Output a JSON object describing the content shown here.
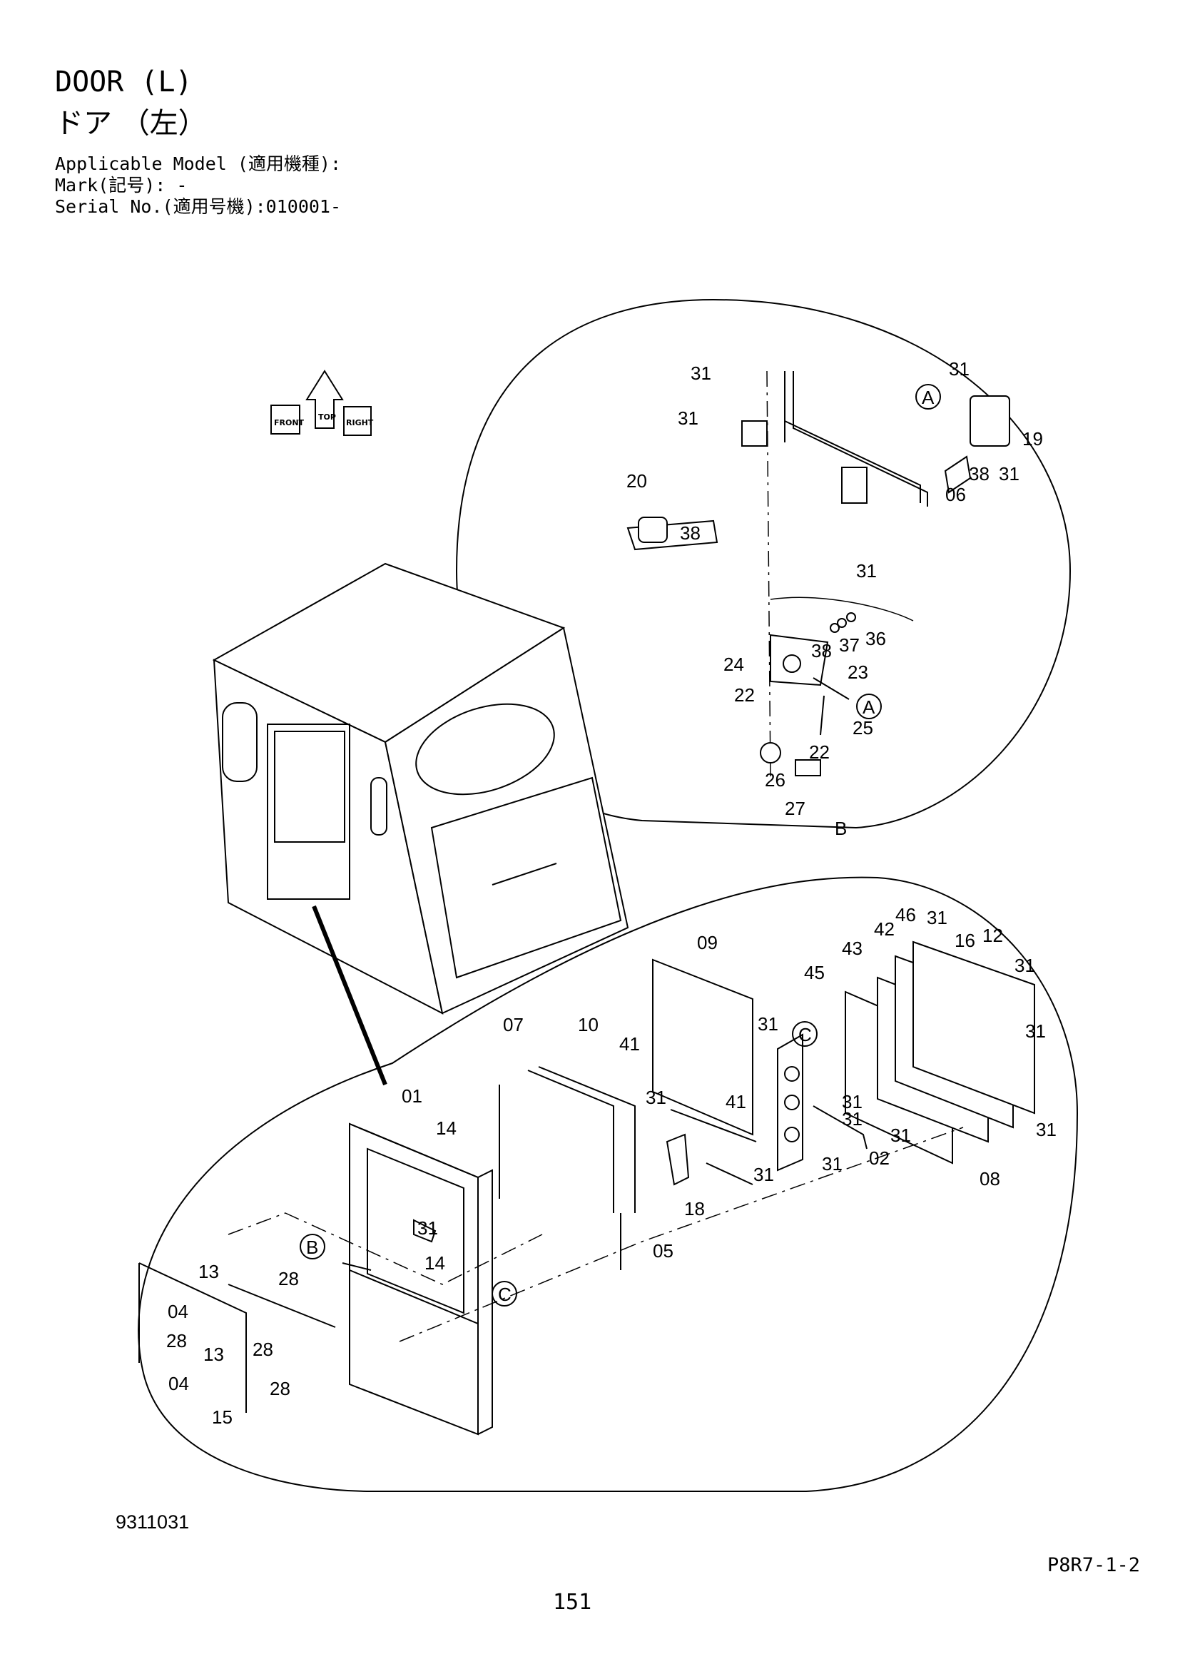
{
  "header": {
    "title_en": "DOOR (L)",
    "title_jp": "ドア （左）",
    "applicable_model": "Applicable Model (適用機種):",
    "mark": "Mark(記号): -",
    "serial": "Serial No.(適用号機):010001-"
  },
  "footer": {
    "drawing_no": "9311031",
    "page_code": "P8R7-1-2",
    "page_number": "151"
  },
  "orientation": {
    "top": "TOP",
    "front": "FRONT",
    "right": "RIGHT"
  },
  "callouts": {
    "A": "A",
    "B": "B",
    "C": "C"
  },
  "labels": [
    {
      "id": "lbl-31-a",
      "text": "31"
    },
    {
      "id": "lbl-31-b",
      "text": "31"
    },
    {
      "id": "lbl-31-c",
      "text": "31"
    },
    {
      "id": "lbl-19",
      "text": "19"
    },
    {
      "id": "lbl-38-a",
      "text": "38"
    },
    {
      "id": "lbl-31-d",
      "text": "31"
    },
    {
      "id": "lbl-06",
      "text": "06"
    },
    {
      "id": "lbl-20",
      "text": "20"
    },
    {
      "id": "lbl-38-b",
      "text": "38"
    },
    {
      "id": "lbl-31-e",
      "text": "31"
    },
    {
      "id": "lbl-38-c",
      "text": "38"
    },
    {
      "id": "lbl-37",
      "text": "37"
    },
    {
      "id": "lbl-36",
      "text": "36"
    },
    {
      "id": "lbl-24",
      "text": "24"
    },
    {
      "id": "lbl-23",
      "text": "23"
    },
    {
      "id": "lbl-22-a",
      "text": "22"
    },
    {
      "id": "lbl-25",
      "text": "25"
    },
    {
      "id": "lbl-22-b",
      "text": "22"
    },
    {
      "id": "lbl-26",
      "text": "26"
    },
    {
      "id": "lbl-27",
      "text": "27"
    },
    {
      "id": "lbl-46",
      "text": "46"
    },
    {
      "id": "lbl-31-f",
      "text": "31"
    },
    {
      "id": "lbl-42",
      "text": "42"
    },
    {
      "id": "lbl-16",
      "text": "16"
    },
    {
      "id": "lbl-12",
      "text": "12"
    },
    {
      "id": "lbl-43",
      "text": "43"
    },
    {
      "id": "lbl-31-g",
      "text": "31"
    },
    {
      "id": "lbl-09",
      "text": "09"
    },
    {
      "id": "lbl-45",
      "text": "45"
    },
    {
      "id": "lbl-07",
      "text": "07"
    },
    {
      "id": "lbl-10",
      "text": "10"
    },
    {
      "id": "lbl-31-h",
      "text": "31"
    },
    {
      "id": "lbl-41-a",
      "text": "41"
    },
    {
      "id": "lbl-31-i",
      "text": "31"
    },
    {
      "id": "lbl-01",
      "text": "01"
    },
    {
      "id": "lbl-31-j",
      "text": "31"
    },
    {
      "id": "lbl-41-b",
      "text": "41"
    },
    {
      "id": "lbl-31-k",
      "text": "31"
    },
    {
      "id": "lbl-14-a",
      "text": "14"
    },
    {
      "id": "lbl-31-l",
      "text": "31"
    },
    {
      "id": "lbl-31-m",
      "text": "31"
    },
    {
      "id": "lbl-02",
      "text": "02"
    },
    {
      "id": "lbl-31-n",
      "text": "31"
    },
    {
      "id": "lbl-31-o",
      "text": "31"
    },
    {
      "id": "lbl-31-p",
      "text": "31"
    },
    {
      "id": "lbl-08",
      "text": "08"
    },
    {
      "id": "lbl-18",
      "text": "18"
    },
    {
      "id": "lbl-31-q",
      "text": "31"
    },
    {
      "id": "lbl-14-b",
      "text": "14"
    },
    {
      "id": "lbl-05",
      "text": "05"
    },
    {
      "id": "lbl-13-a",
      "text": "13"
    },
    {
      "id": "lbl-28-a",
      "text": "28"
    },
    {
      "id": "lbl-04-a",
      "text": "04"
    },
    {
      "id": "lbl-28-b",
      "text": "28"
    },
    {
      "id": "lbl-13-b",
      "text": "13"
    },
    {
      "id": "lbl-28-c",
      "text": "28"
    },
    {
      "id": "lbl-04-b",
      "text": "04"
    },
    {
      "id": "lbl-28-d",
      "text": "28"
    },
    {
      "id": "lbl-15",
      "text": "15"
    }
  ]
}
